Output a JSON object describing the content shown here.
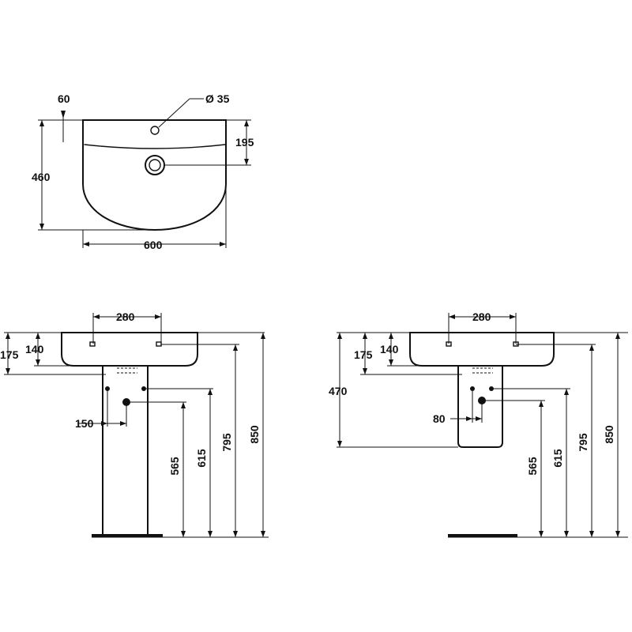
{
  "top_view": {
    "d60": "60",
    "d35": "Ø 35",
    "d195": "195",
    "d460": "460",
    "d600": "600"
  },
  "front_pedestal": {
    "d280": "280",
    "d175": "175",
    "d140": "140",
    "d150": "150",
    "d565": "565",
    "d615": "615",
    "d795": "795",
    "d850": "850"
  },
  "front_semi_pedestal": {
    "d280": "280",
    "d175": "175",
    "d140": "140",
    "d470": "470",
    "d80": "80",
    "d565": "565",
    "d615": "615",
    "d795": "795",
    "d850": "850"
  }
}
